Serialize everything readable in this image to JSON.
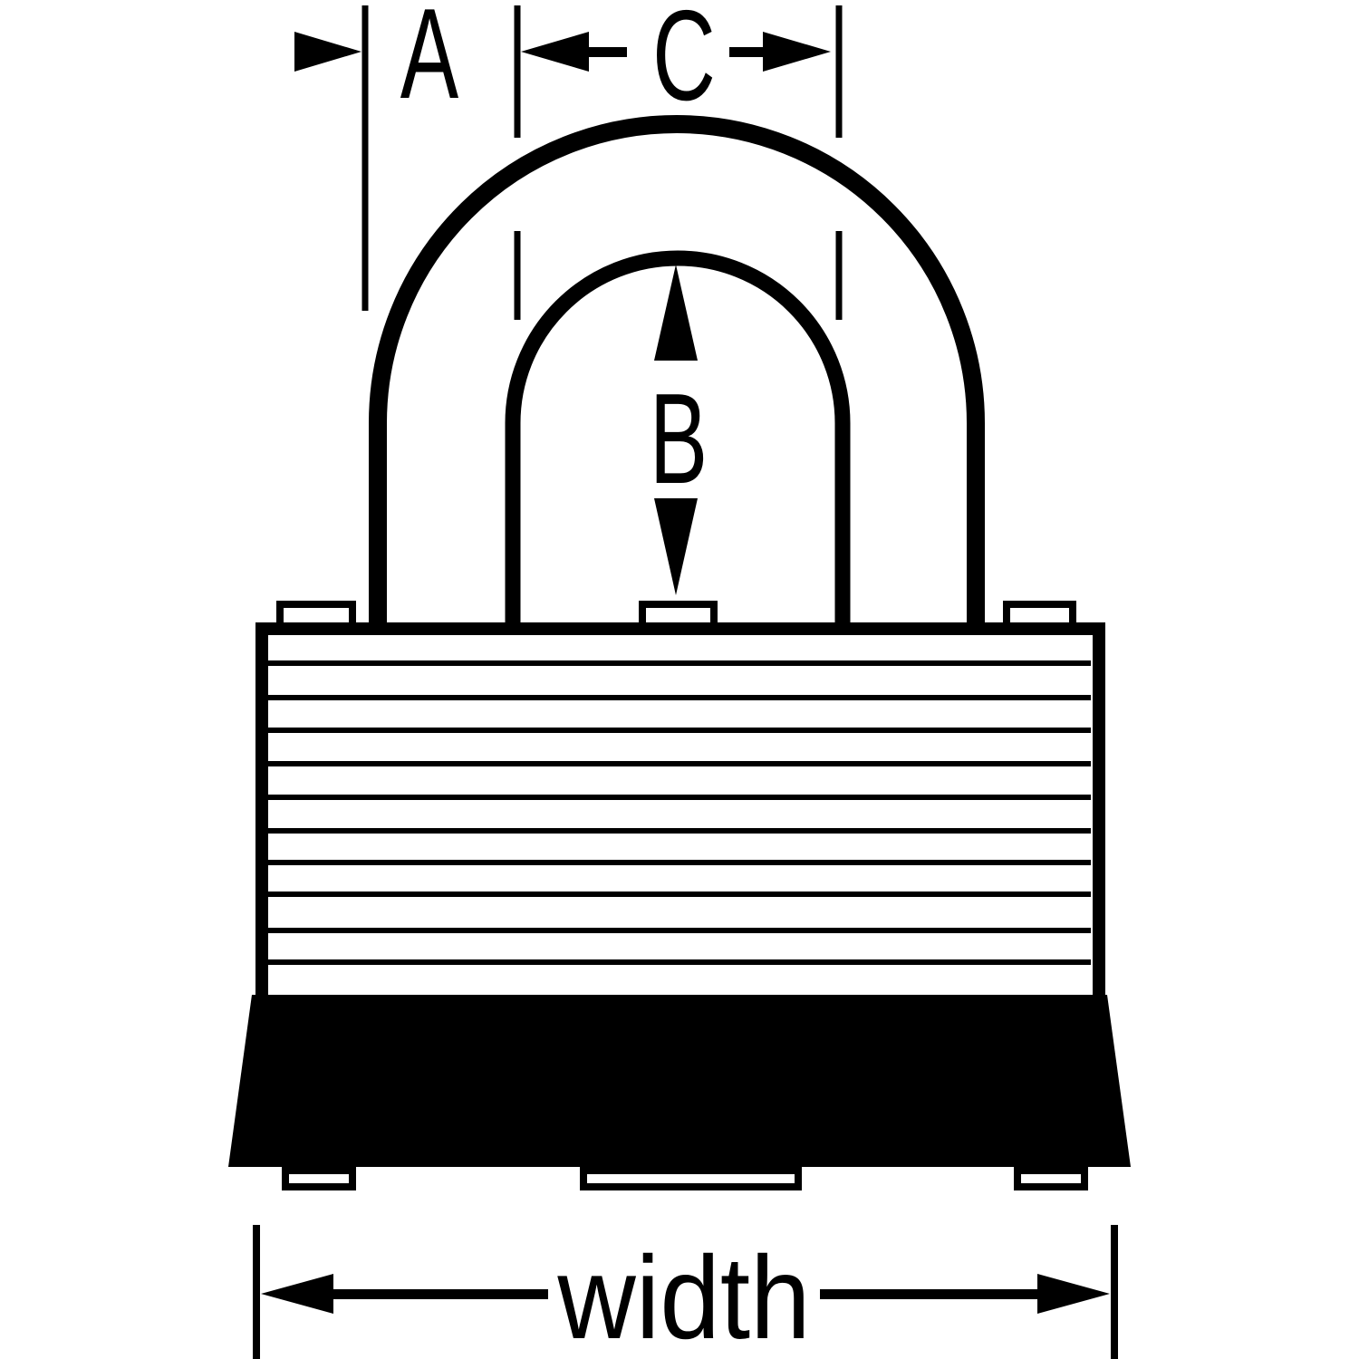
{
  "diagram": {
    "title": "padlock-dimension-diagram",
    "labels": {
      "dim_a": "A",
      "dim_b": "B",
      "dim_c": "C",
      "dim_width": "width"
    },
    "colors": {
      "ink": "#000000",
      "background": "#ffffff",
      "body_fill": "#ffffff",
      "bevel_fill": "#000000"
    },
    "parts": {
      "shackle": "shackle-u-bar",
      "body": "laminated-body",
      "laminate_line_count": 10,
      "bevel": "bottom-bevel",
      "top_tabs": 3,
      "bottom_feet": 3
    }
  }
}
